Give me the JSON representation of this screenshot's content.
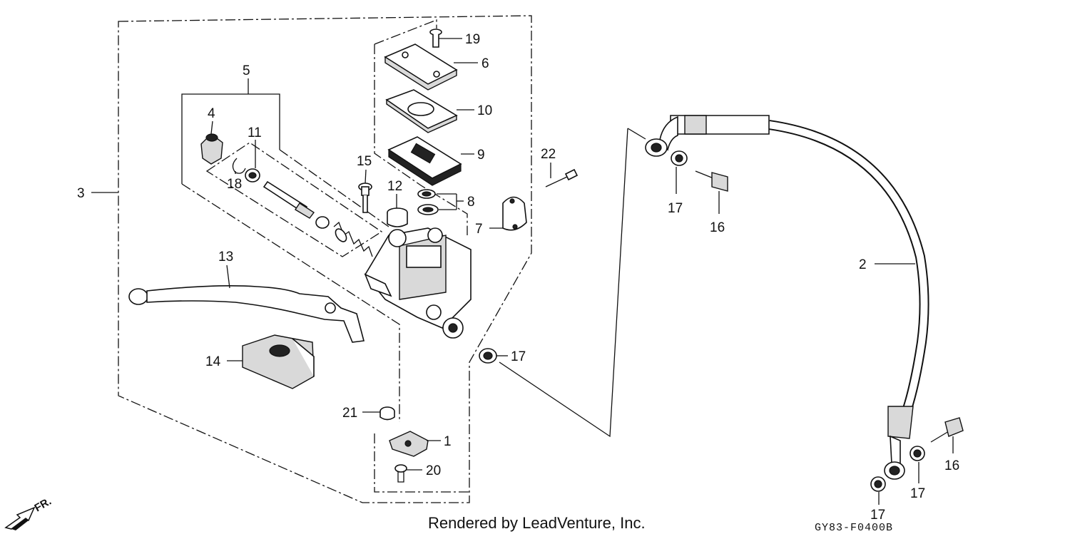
{
  "callouts": {
    "c1": "1",
    "c2": "2",
    "c3": "3",
    "c4": "4",
    "c5": "5",
    "c6": "6",
    "c7": "7",
    "c8": "8",
    "c9": "9",
    "c10": "10",
    "c11": "11",
    "c12": "12",
    "c13": "13",
    "c14": "14",
    "c15": "15",
    "c16a": "16",
    "c16b": "16",
    "c17a": "17",
    "c17b": "17",
    "c17c": "17",
    "c17d": "17",
    "c18": "18",
    "c19": "19",
    "c20": "20",
    "c21": "21",
    "c22": "22"
  },
  "footer": {
    "rendered_by": "Rendered by LeadVenture, Inc.",
    "diagram_code": "GY83-F0400B"
  },
  "direction": {
    "label": "FR."
  }
}
